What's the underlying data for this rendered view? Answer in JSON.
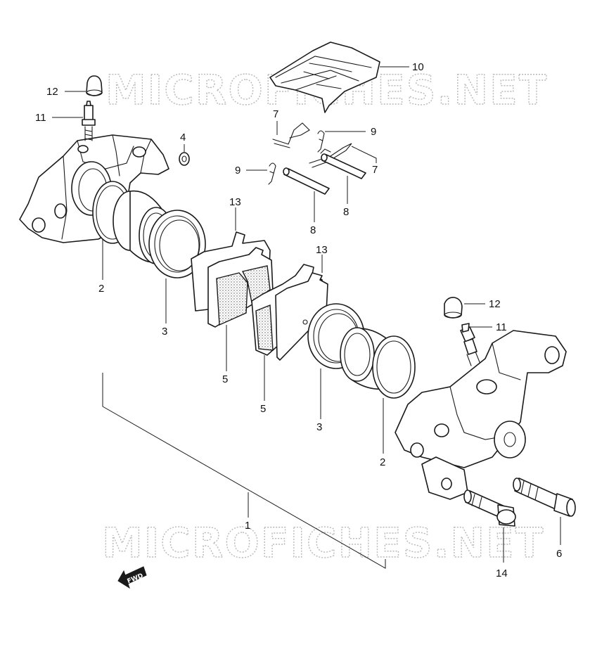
{
  "watermark": "MICROFICHES.NET",
  "fwd_label": "FWD",
  "callouts": {
    "c1": "1",
    "c2a": "2",
    "c2b": "2",
    "c3a": "3",
    "c3b": "3",
    "c4": "4",
    "c5a": "5",
    "c5b": "5",
    "c6": "6",
    "c7a": "7",
    "c7b": "7",
    "c8a": "8",
    "c8b": "8",
    "c9a": "9",
    "c9b": "9",
    "c10": "10",
    "c11a": "11",
    "c11b": "11",
    "c12a": "12",
    "c12b": "12",
    "c13a": "13",
    "c13b": "13",
    "c14": "14"
  },
  "colors": {
    "ink": "#1a1a1a",
    "watermark": "#b9b9b9",
    "background": "#ffffff"
  }
}
